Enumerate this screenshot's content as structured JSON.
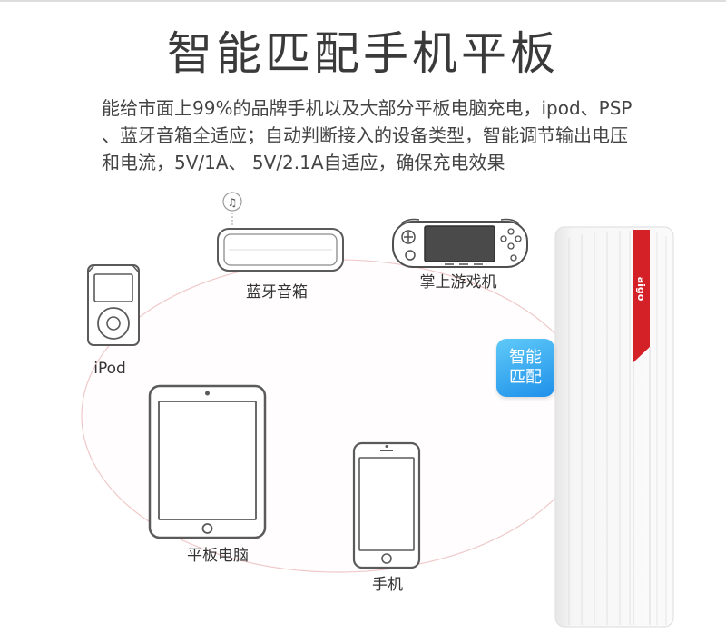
{
  "title": "智能匹配手机平板",
  "description": {
    "lines": [
      "能给市面上99%的品牌手机以及大部分平板电脑充电，ipod、PSP",
      "、蓝牙音箱全适应；自动判断接入的设备类型，智能调节输出电压",
      "和电流，5V/1A、 5V/2.1A自适应，确保充电效果"
    ]
  },
  "devices": {
    "speaker": {
      "label": "蓝牙音箱",
      "icon": "bluetooth-speaker-icon",
      "note_icon": "music-note-icon"
    },
    "handheld": {
      "label": "掌上游戏机",
      "icon": "handheld-console-icon"
    },
    "ipod": {
      "label": "iPod",
      "icon": "ipod-icon"
    },
    "tablet": {
      "label": "平板电脑",
      "icon": "tablet-icon"
    },
    "phone": {
      "label": "手机",
      "icon": "phone-icon"
    }
  },
  "power_bank": {
    "logo_text": "aigo",
    "badge_lines": [
      "智能",
      "匹配"
    ]
  },
  "colors": {
    "accent_red": "#d42027",
    "badge_blue": "#1e90ea",
    "ellipse_outline": "#efc9c9",
    "text": "#333333"
  }
}
